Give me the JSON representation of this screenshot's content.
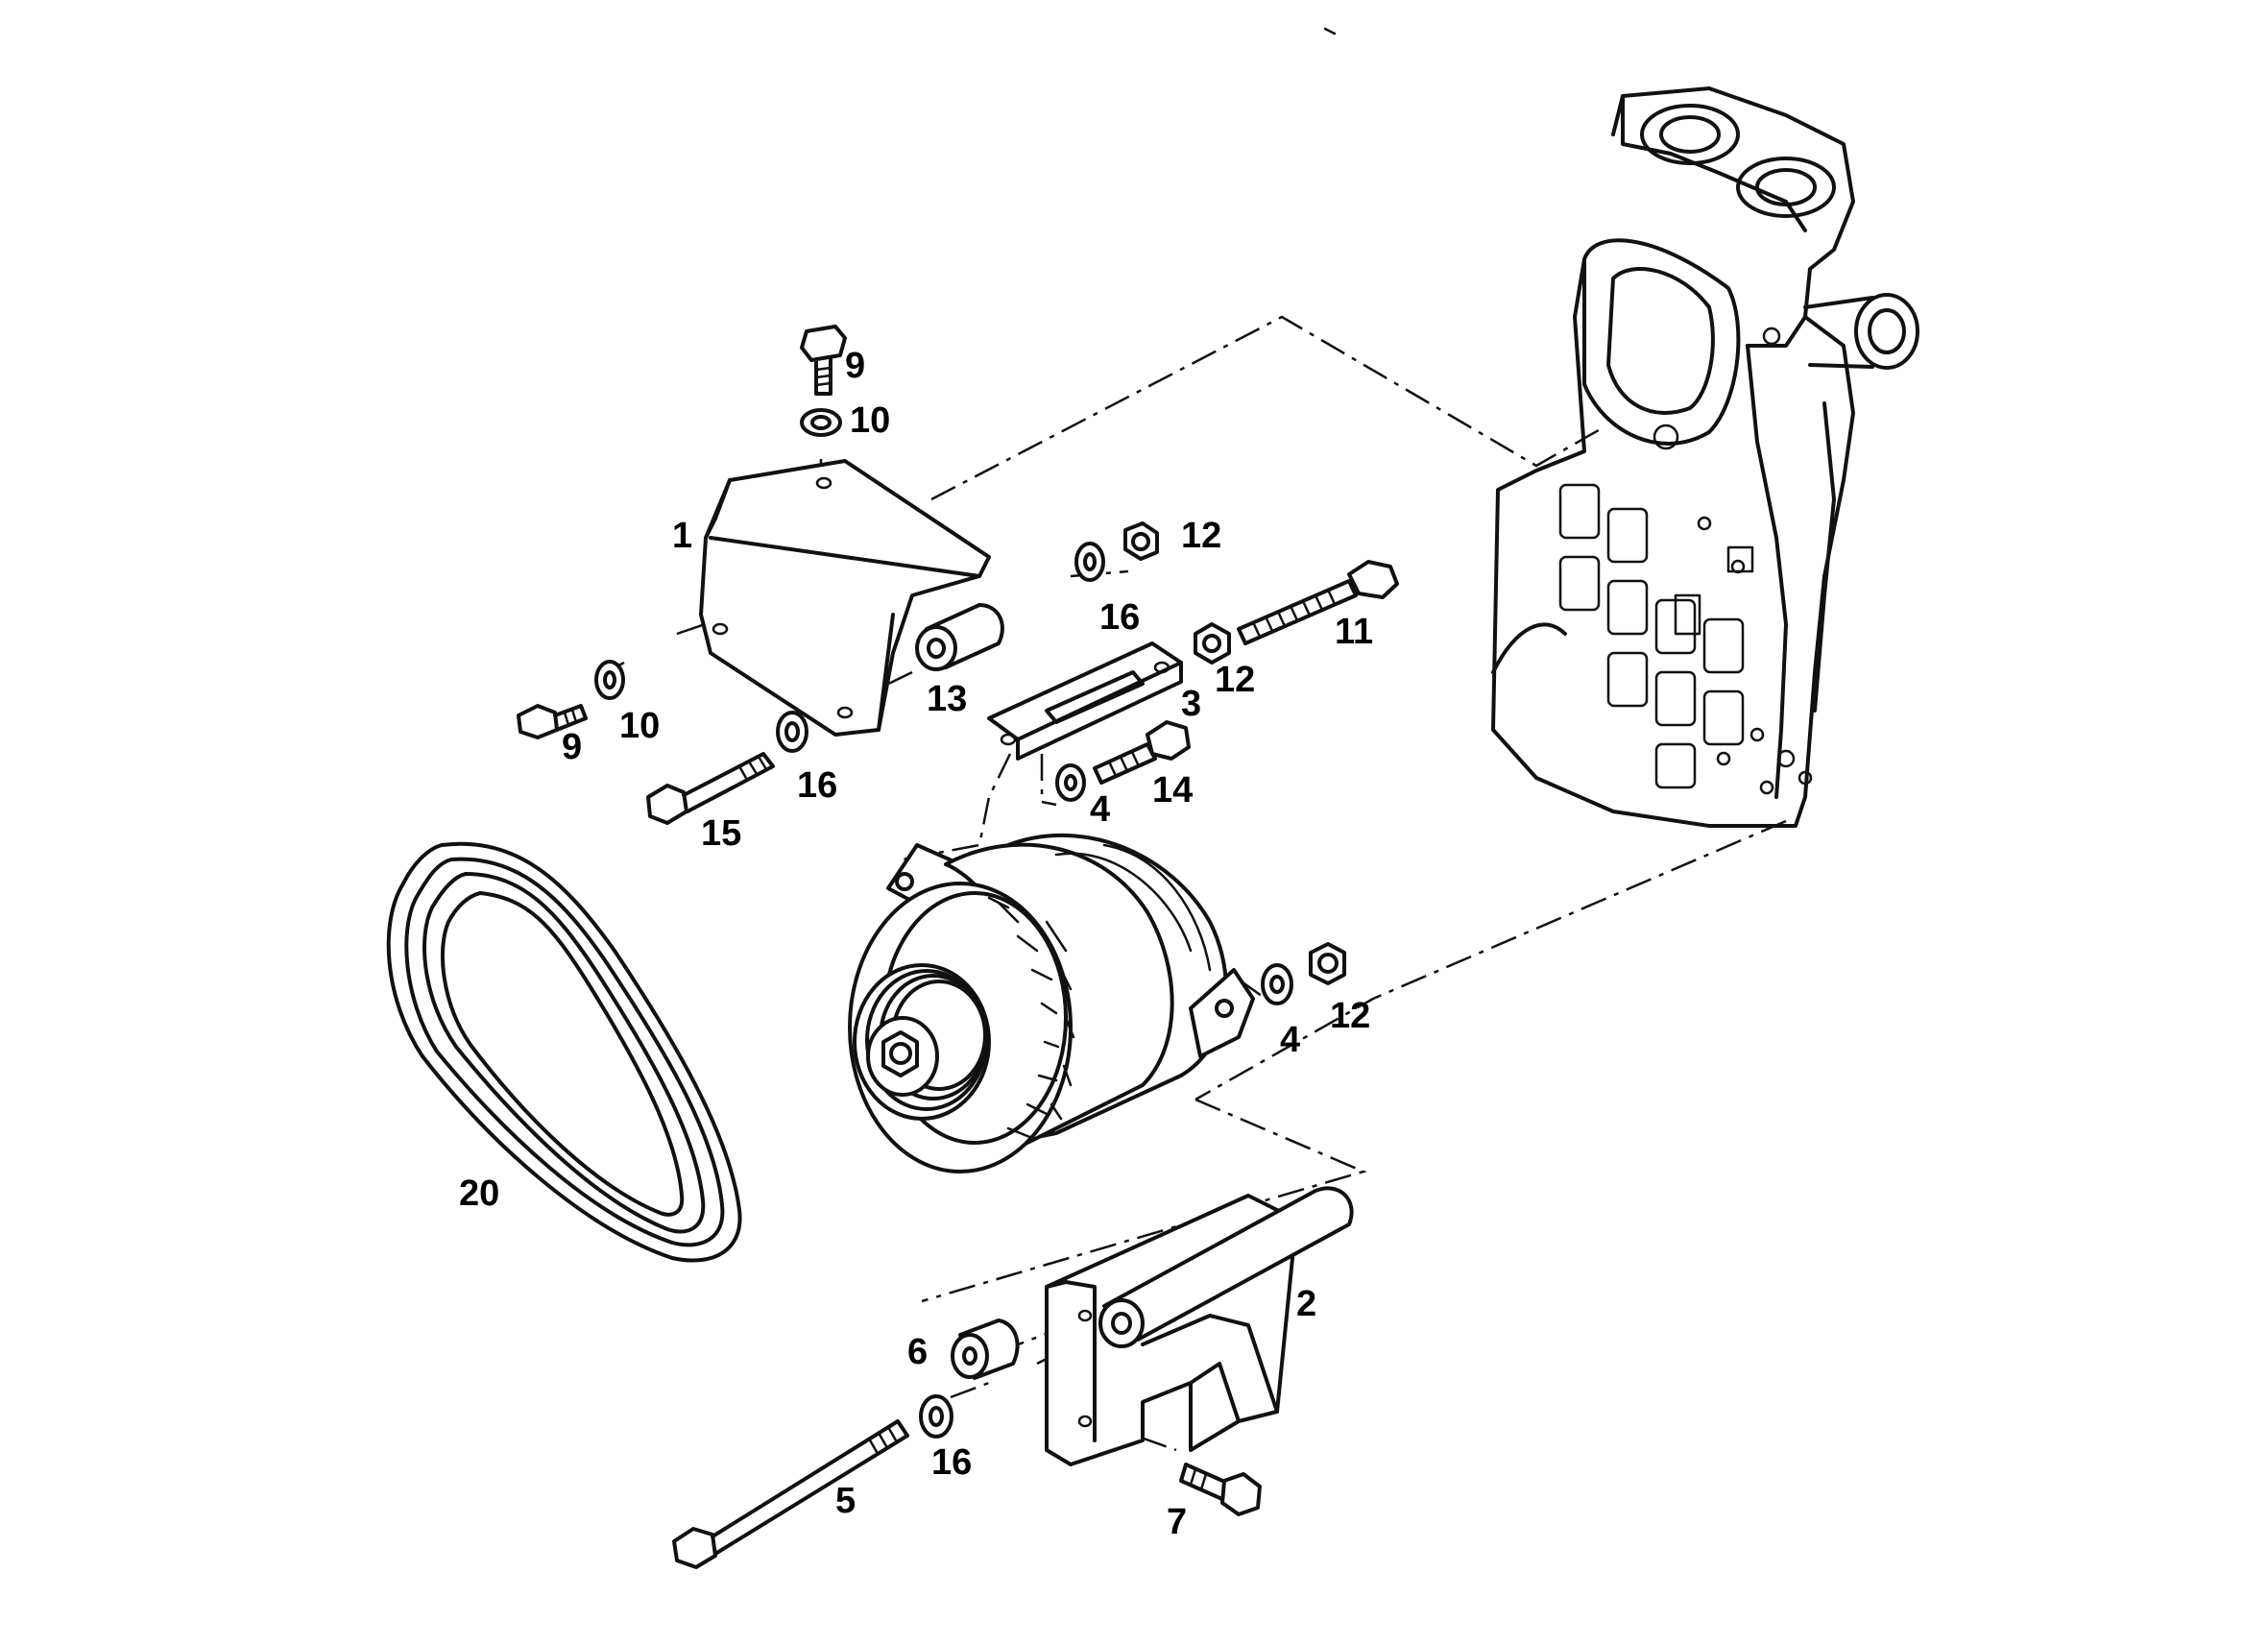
{
  "labels": {
    "l1": "1",
    "l2": "2",
    "l3": "3",
    "l4a": "4",
    "l4b": "4",
    "l5": "5",
    "l6": "6",
    "l7": "7",
    "l9a": "9",
    "l9b": "9",
    "l10a": "10",
    "l10b": "10",
    "l11": "11",
    "l12a": "12",
    "l12b": "12",
    "l12c": "12",
    "l13": "13",
    "l14": "14",
    "l15": "15",
    "l16a": "16",
    "l16b": "16",
    "l16c": "16",
    "l20": "20"
  }
}
